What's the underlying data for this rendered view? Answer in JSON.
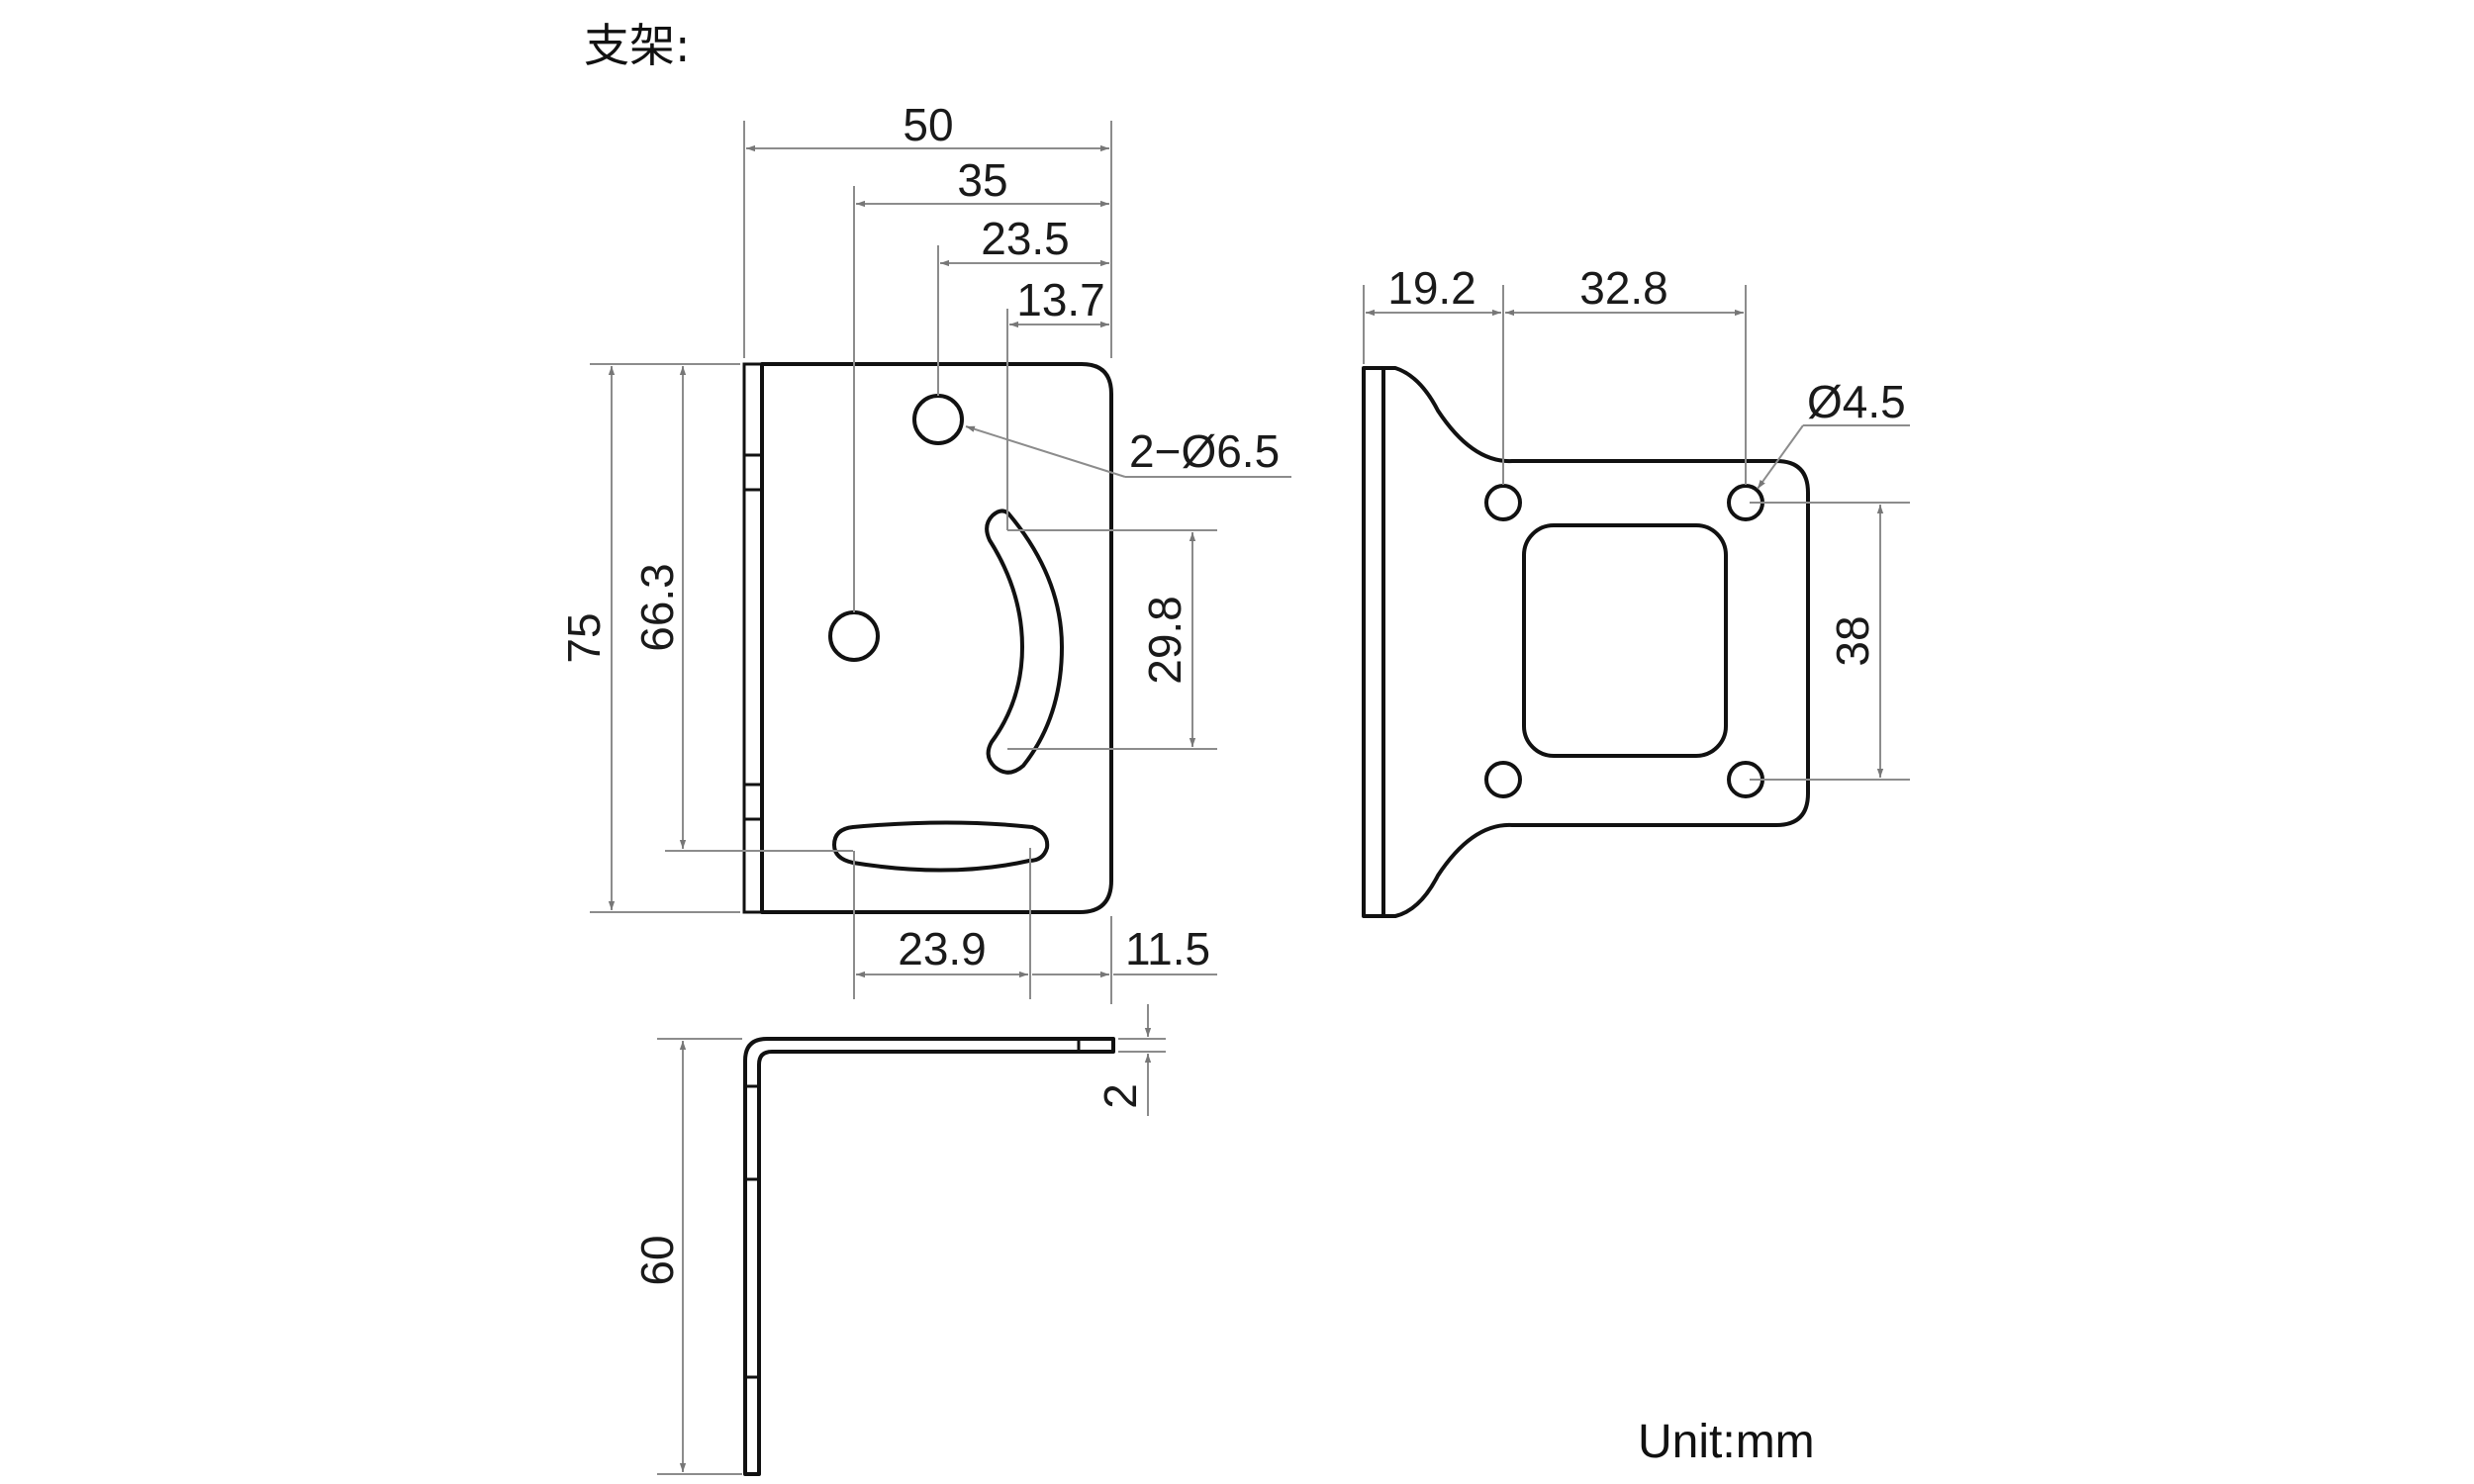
{
  "title": "支架:",
  "unit_label": "Unit:mm",
  "front_view": {
    "width_50": "50",
    "width_35": "35",
    "width_23_5": "23.5",
    "width_13_7": "13.7",
    "hole_callout": "2−Ø6.5",
    "height_75": "75",
    "height_66_3": "66.3",
    "slot_span_29_8": "29.8",
    "slot_width_23_9": "23.9",
    "edge_11_5": "11.5"
  },
  "side_view": {
    "height_60": "60",
    "thickness_2": "2"
  },
  "top_view": {
    "offset_19_2": "19.2",
    "spacing_32_8": "32.8",
    "hole_callout": "Ø4.5",
    "spacing_38": "38"
  }
}
